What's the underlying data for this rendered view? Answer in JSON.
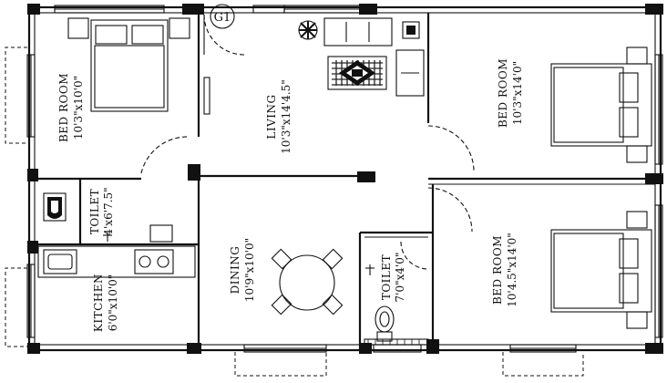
{
  "rooms": {
    "bed_nw": {
      "name": "BED ROOM",
      "size": "10'3\"x10'0\""
    },
    "living": {
      "name": "LIVING",
      "size": "10'3\"x14'4.5\""
    },
    "bed_ne": {
      "name": "BED ROOM",
      "size": "10'3\"x14'0\""
    },
    "toilet_w": {
      "name": "TOILET",
      "size": "4'x6'7.5\""
    },
    "kitchen": {
      "name": "KITCHEN",
      "size": "6'0\"x10'0\""
    },
    "dining": {
      "name": "DINING",
      "size": "10'9\"x10'0\""
    },
    "toilet_c": {
      "name": "TOILET",
      "size": "7'0\"x4'0\""
    },
    "bed_se": {
      "name": "BED ROOM",
      "size": "10'4.5\"x14'0\""
    }
  },
  "marker": {
    "label": "G1"
  },
  "colors": {
    "line": "#111111",
    "background": "#ffffff",
    "hatch": "#222222"
  }
}
